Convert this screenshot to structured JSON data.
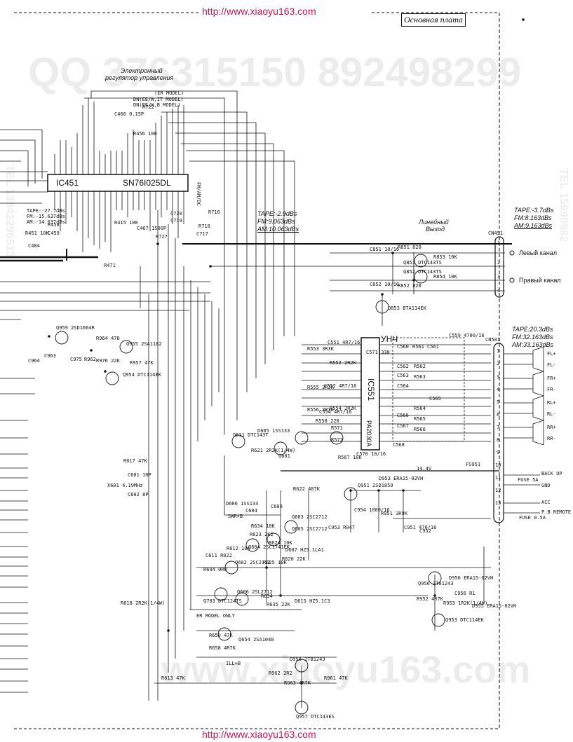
{
  "header": {
    "url_top": "http://www.xiaoyu163.com",
    "url_bottom": "http://www.xiaoyu163.com",
    "board_title": "Основная плата"
  },
  "watermarks": {
    "qq": "QQ 376315150  892498299",
    "site": "www.xiaoyu163.com",
    "tel_left": "TEL 13942296513",
    "tel_right": "TEL 15999982"
  },
  "ics": {
    "ic451": {
      "ref": "IC451",
      "part": "SN76I025DL"
    },
    "ic551": {
      "ref": "IC551",
      "part": "PA2030A"
    }
  },
  "sections": {
    "controller_line1": "Электронный",
    "controller_line2": "регулятор управления",
    "line_out_1": "Линейный",
    "line_out_2": "Выход",
    "amp": "УНЧ"
  },
  "levels": {
    "mid_tape": "TAPE:-2.9dBs",
    "mid_fm": "FM:9.063dBs",
    "mid_am": "AM:10.063dBs",
    "out_tape": "TAPE:-3.7dBs",
    "out_fm": "FM:8.163dBs",
    "out_am": "AM:9.163dBs",
    "amp_tape": "TAPE:20.3dBs",
    "amp_fm": "FM:32.163dBs",
    "amp_am": "AM:33.163dBs",
    "left_tape": "TAPE:-27.7dBs",
    "left_fm": "FM:-15.637dBs",
    "left_am": "AM:-14.637dBs"
  },
  "channels": {
    "left": "Левый канал",
    "right": "Правый канал"
  },
  "connectors": {
    "cn451": "CN451",
    "cn501": "CN501",
    "cn451_pins": [
      "1",
      "2",
      "3",
      "4"
    ],
    "cn501_pins": [
      "1",
      "2",
      "3",
      "4",
      "5",
      "6",
      "7",
      "8",
      "9",
      "10",
      "11",
      "12",
      "13"
    ],
    "speakers": [
      "FL+",
      "FL-",
      "FR+",
      "FR-",
      "RL+",
      "RL-",
      "RR+",
      "RR-"
    ],
    "power": [
      "BACK UP",
      "GND",
      "ACC",
      "P.B REMOTE"
    ],
    "fuses": [
      "FUSE 5A",
      "FUSE 0.5A"
    ]
  },
  "notes": {
    "model_er": "(ER MODEL)",
    "model_dn": "DN(EE/W,IT MODEL)",
    "model_dn2": "DN(EE/W,B MODEL)",
    "er_only": "ER MODEL ONLY",
    "swr": "SWR+B",
    "ill": "ILL+B",
    "supply": "14.4V",
    "fm_power": "FM/AM/DC"
  },
  "components": [
    "R451 10K",
    "R471",
    "C484",
    "R458",
    "C459",
    "R456 100",
    "C466 0.15P",
    "R722",
    "C467 1500P",
    "R415 100",
    "R727",
    "C717",
    "R718",
    "R716",
    "C719",
    "C720",
    "C851 10/16",
    "R851 820",
    "R853 10K",
    "Q851 DTC143TS",
    "Q852 DTC143TS",
    "R854 10K",
    "C852 10/16",
    "R852 820",
    "Q853 BTA114EK",
    "C551 4R7/16",
    "R553 3R3K",
    "R552 2R2K",
    "C552 4R7/16",
    "R555 3R3K",
    "R556 3R3K",
    "C554 4R7/16",
    "R554 2R2K",
    "R558 220",
    "C560",
    "C561",
    "C562",
    "C563",
    "C564",
    "C565",
    "C566",
    "C567",
    "C568",
    "R561",
    "R562",
    "R563",
    "R564",
    "R565",
    "R566",
    "R567 10K",
    "C570 10/16",
    "C571 330",
    "R571",
    "R572",
    "Q959 2SD1664R",
    "R964 470",
    "Q955 2SA1182",
    "R976 22K",
    "C975",
    "R957 47K",
    "Q954 DTC114EK",
    "C964",
    "C963",
    "R962",
    "D605 1SS133",
    "Q611 DTC143T",
    "R621 2R2K(1/4W)",
    "Q601",
    "R617 47K",
    "X601 4.19MHz",
    "C601 10P",
    "C602 8P",
    "D606 1SS133",
    "C604",
    "R634 10K",
    "C609",
    "Q603 2SC2712",
    "R623 2K2",
    "R622 487K",
    "Q605 2SC2712",
    "R624 10K",
    "C611 R022",
    "R612 10K",
    "R644 0R0",
    "Q602 2SC2712",
    "Q604 2SC1741EK",
    "R625 10K",
    "D607 HZ5.1LA1",
    "R626 22K",
    "Q703 DTC124TS",
    "Q606 2SL2712",
    "R634",
    "R635 22K",
    "D615 HZ5.1C3",
    "R618 2R2K(1/4W)",
    "R659 47K",
    "Q654 2SA1048",
    "R658 4R7K",
    "R613 47K",
    "Q951 2SD1859",
    "R951 3R9K",
    "C953 R047",
    "C954 1000/16",
    "C951 470/16",
    "C952",
    "D953 ERA15-02VH",
    "D956 ERA15-02VH",
    "Q956 2T81243",
    "R952 4R7K",
    "R953 1R2K(1/4W)",
    "C956 R1",
    "D955 ERA15-02VH",
    "Q953 DTC114EK",
    "Q958 2TB1243",
    "R962 2R2",
    "R963 4R7K",
    "R961 47K",
    "Q957 DTC143ES",
    "FS951",
    "C559 4700/16"
  ]
}
